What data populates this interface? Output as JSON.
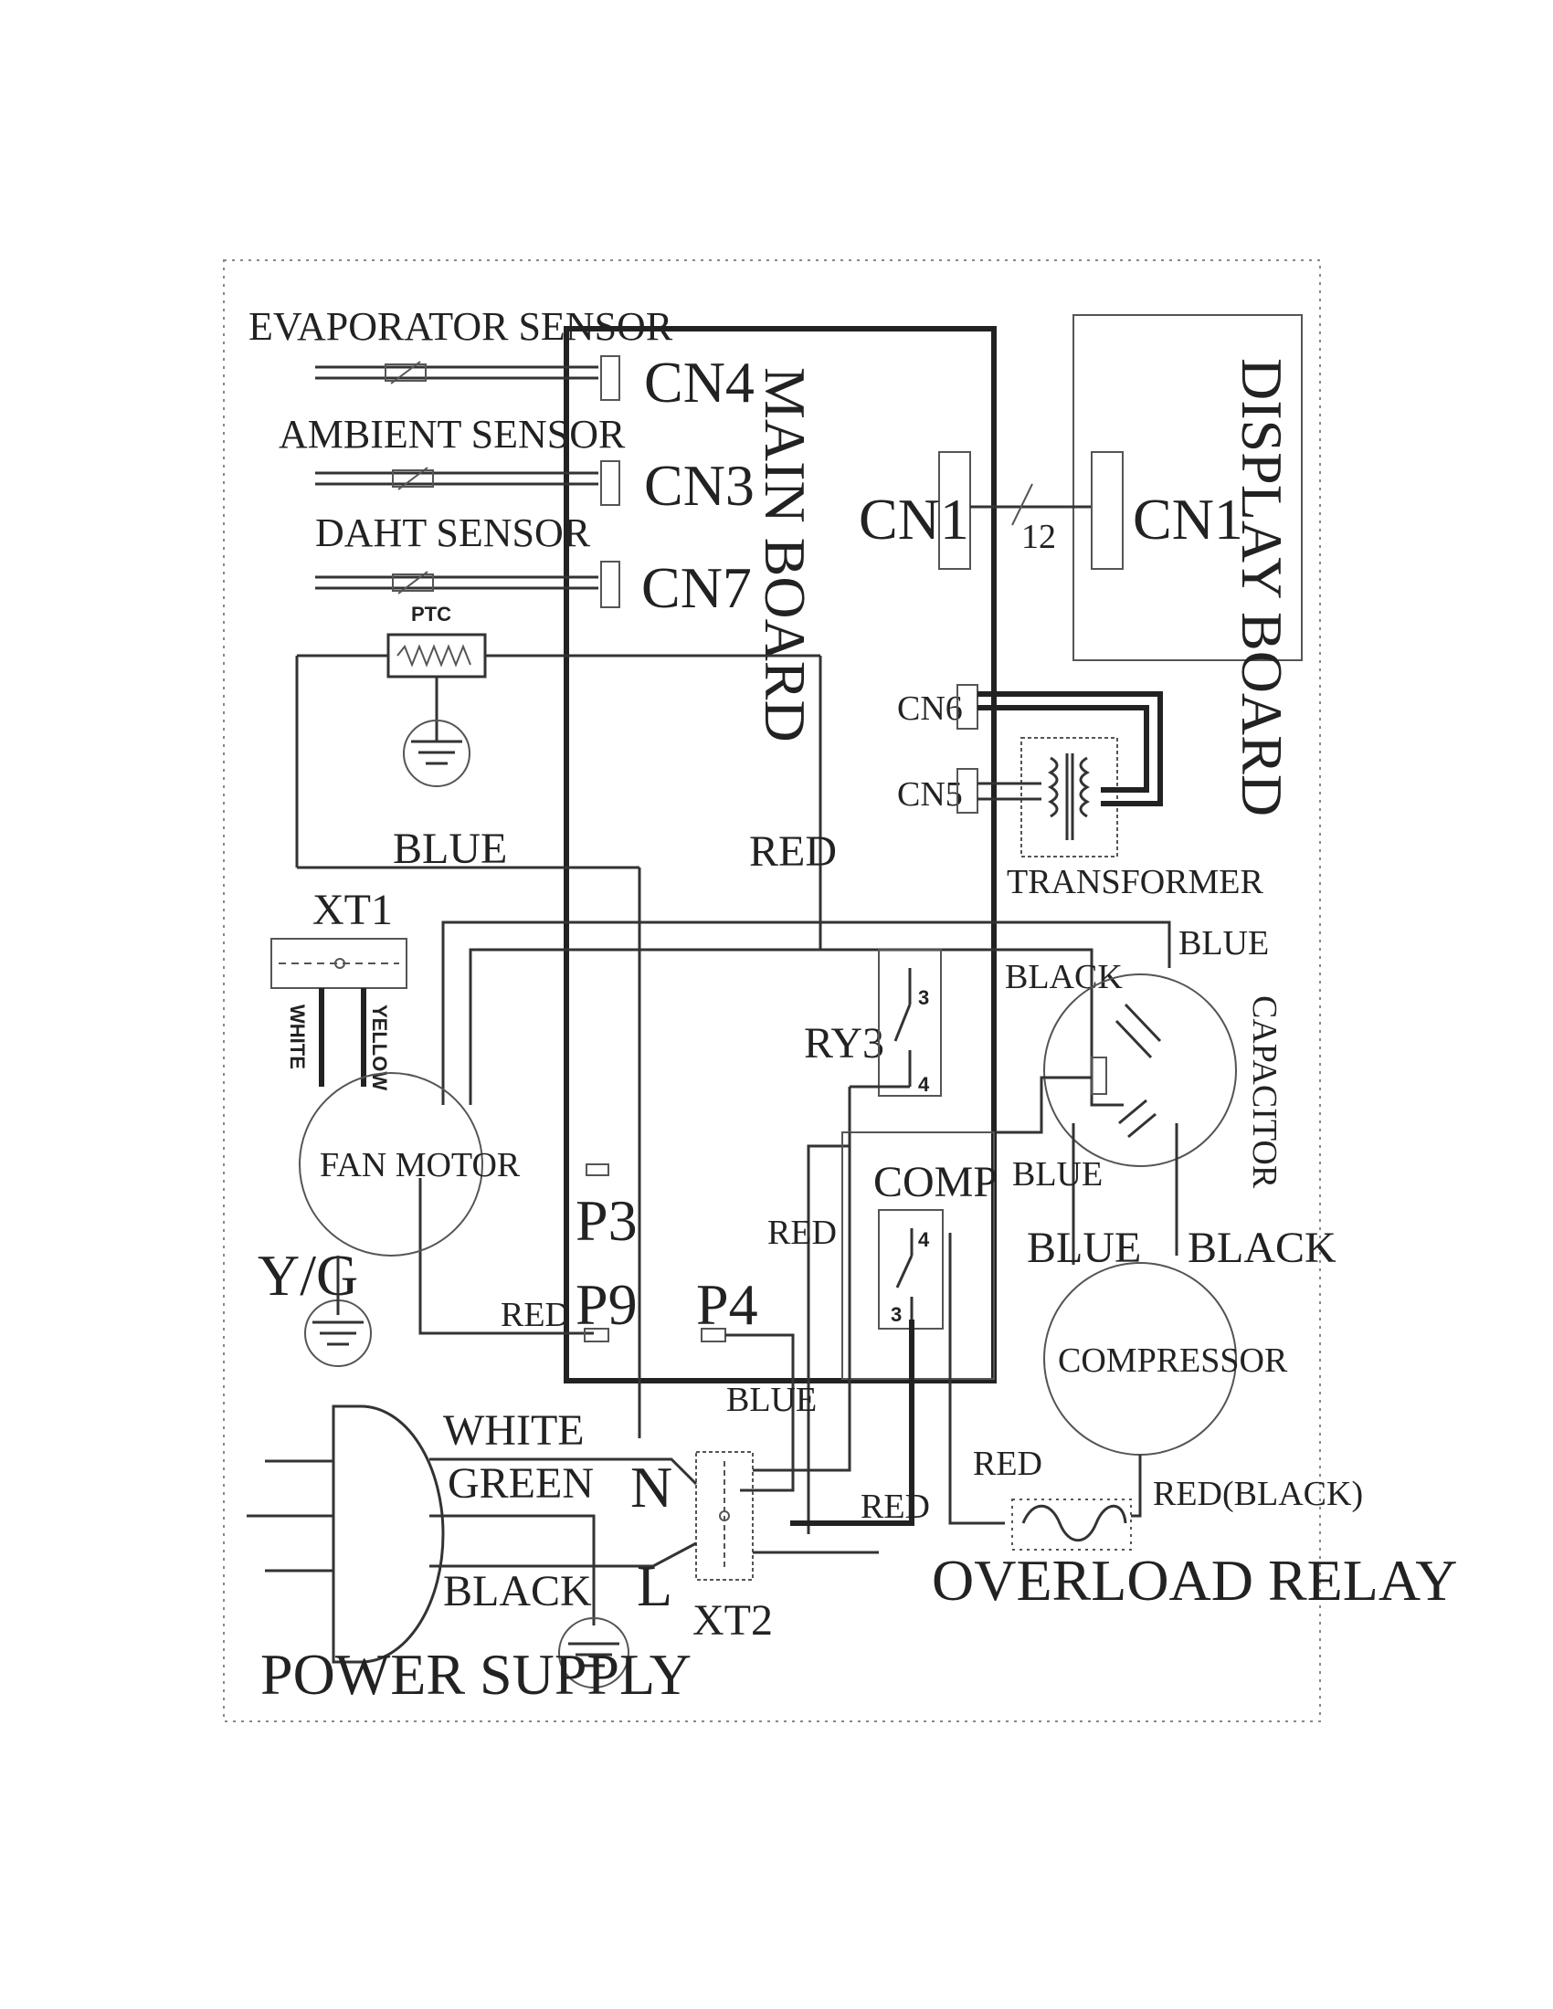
{
  "labels": {
    "evaporator_sensor": "EVAPORATOR SENSOR",
    "ambient_sensor": "AMBIENT SENSOR",
    "daht_sensor": "DAHT SENSOR",
    "ptc": "PTC",
    "cn4": "CN4",
    "cn3": "CN3",
    "cn7": "CN7",
    "main_board": "MAIN BOARD",
    "cn1_main": "CN1",
    "cn1_display": "CN1",
    "bus_count": "12",
    "display_board": "DISPLAY BOARD",
    "cn6": "CN6",
    "cn5": "CN5",
    "transformer": "TRANSFORMER",
    "blue_ptc": "BLUE",
    "red_main": "RED",
    "xt1": "XT1",
    "white_vert": "WHITE",
    "yellow_vert": "YELLOW",
    "black_cap": "BLACK",
    "blue_cap": "BLUE",
    "capacitor": "CAPACITOR",
    "ry3": "RY3",
    "ry3_pin3": "3",
    "ry3_pin4": "4",
    "fan_motor": "FAN MOTOR",
    "yg": "Y/G",
    "p3": "P3",
    "p9": "P9",
    "p4": "P4",
    "red_p9": "RED",
    "red_mid": "RED",
    "comp": "COMP",
    "comp_pin4": "4",
    "comp_pin3": "3",
    "blue_comp1": "BLUE",
    "blue_comp2": "BLUE",
    "black_comp": "BLACK",
    "compressor": "COMPRESSOR",
    "blue_bottom": "BLUE",
    "red_relay": "RED",
    "red_black": "RED(BLACK)",
    "white_ps": "WHITE",
    "green_ps": "GREEN",
    "black_ps": "BLACK",
    "n": "N",
    "l": "L",
    "red_xt2": "RED",
    "xt2": "XT2",
    "overload_relay": "OVERLOAD RELAY",
    "power_supply": "POWER SUPPLY"
  }
}
